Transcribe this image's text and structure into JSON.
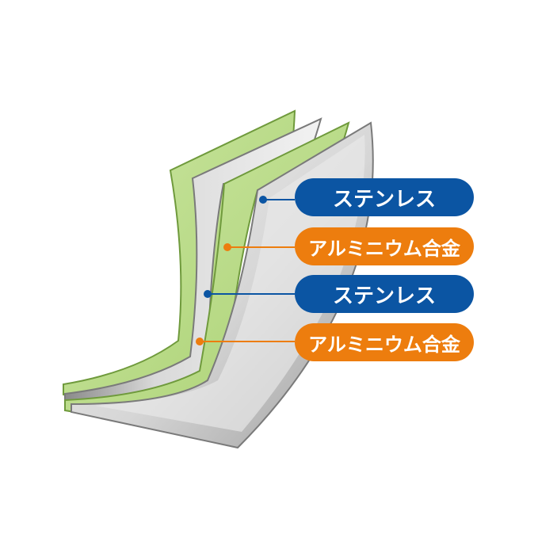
{
  "colors": {
    "stainless": "#0b55a3",
    "aluminum": "#ed7d0e",
    "green_layer": "#b9dc86",
    "green_edge": "#6f9a3c",
    "steel_light": "#ececec",
    "steel_dark": "#8f8f8f"
  },
  "layers": [
    {
      "label": "ステンレス",
      "kind": "stainless"
    },
    {
      "label": "アルミニウム合金",
      "kind": "aluminum"
    },
    {
      "label": "ステンレス",
      "kind": "stainless"
    },
    {
      "label": "アルミニウム合金",
      "kind": "aluminum"
    }
  ]
}
